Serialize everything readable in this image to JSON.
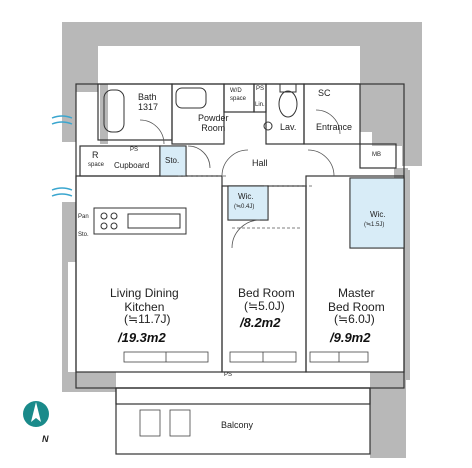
{
  "rooms": {
    "bath": {
      "name": "Bath",
      "size": "1317"
    },
    "powder": "Powder\nRoom",
    "wd": "W/D",
    "wd_space": "space",
    "ps": "PS",
    "lin": "Lin.",
    "lav": "Lav.",
    "sc": "SC",
    "entrance": "Entrance",
    "mb": "MB",
    "hall": "Hall",
    "r_space": "R",
    "r_space_sub": "space",
    "cupboard": "Cupboard",
    "sto": "Sto.",
    "pan": "Pan",
    "wic1": "Wic.",
    "wic1_size": "(≒0.4J)",
    "wic2": "Wic.",
    "wic2_size": "(≒1.5J)",
    "ldk": "Living Dining\nKitchen",
    "ldk_size": "(≒11.7J)",
    "ldk_area": "/19.3m2",
    "bed": "Bed Room",
    "bed_size": "(≒5.0J)",
    "bed_area": "/8.2m2",
    "master": "Master\nBed Room",
    "master_size": "(≒6.0J)",
    "master_area": "/9.9m2",
    "balcony": "Balcony"
  },
  "compass": {
    "label": "N"
  },
  "colors": {
    "wall": "#b8b8b8",
    "blue_fill": "#d8ecf7",
    "ac_arrow": "#3aa6cf",
    "compass": "#1a8a8a"
  }
}
